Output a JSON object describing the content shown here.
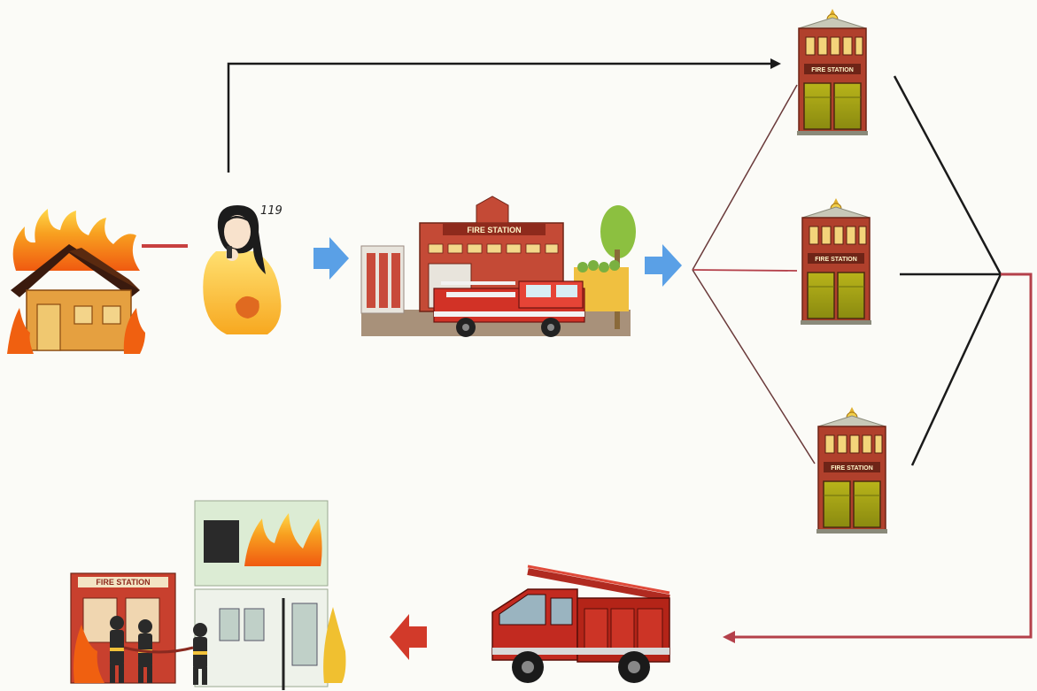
{
  "diagram": {
    "caller_number_label": "119",
    "dispatch_center_sign": "FIRE STATION",
    "station_signs": [
      "FIRE STATION",
      "FIRE STATION",
      "FIRE STATION"
    ],
    "scene_sign": "FIRE STATION"
  },
  "colors": {
    "black_line": "#1a1a1a",
    "red_line": "#b4404a",
    "blue_arrow": "#5aa0e6",
    "red_arrow": "#d23a2a",
    "brick": "#b0402c",
    "flame_orange": "#f28a1c",
    "flame_yellow": "#ffd23a"
  },
  "icons": [
    "burning-house-icon",
    "caller-icon",
    "dispatch-center-icon",
    "fire-station-icon",
    "fire-truck-icon",
    "firefighters-scene-icon"
  ]
}
